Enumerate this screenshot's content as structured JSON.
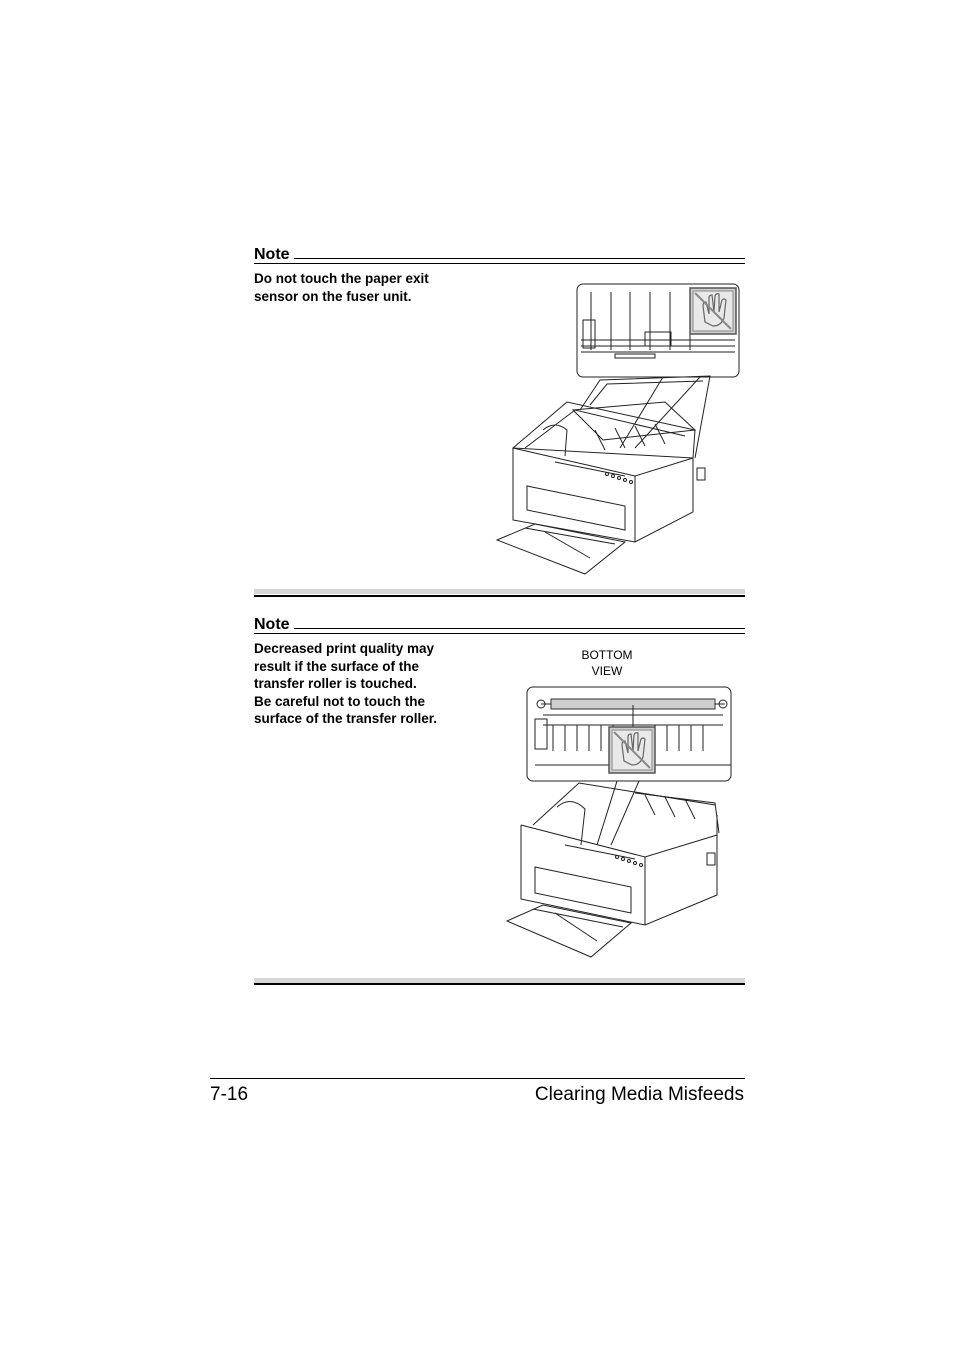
{
  "notes": [
    {
      "title": "Note",
      "lines": [
        "Do not touch the paper exit",
        "sensor on the fuser unit."
      ]
    },
    {
      "title": "Note",
      "lines": [
        "Decreased print quality may",
        "result if the surface of the",
        "transfer roller is touched.",
        "Be careful not to touch the",
        "surface of the transfer roller."
      ]
    }
  ],
  "figure2": {
    "label_line1": "BOTTOM",
    "label_line2": "VIEW"
  },
  "icons": {
    "figure1_icon": "do-not-touch-hand-icon",
    "figure2_icon": "do-not-touch-hand-icon"
  },
  "footer": {
    "page_number": "7-16",
    "section_title": "Clearing Media Misfeeds"
  }
}
